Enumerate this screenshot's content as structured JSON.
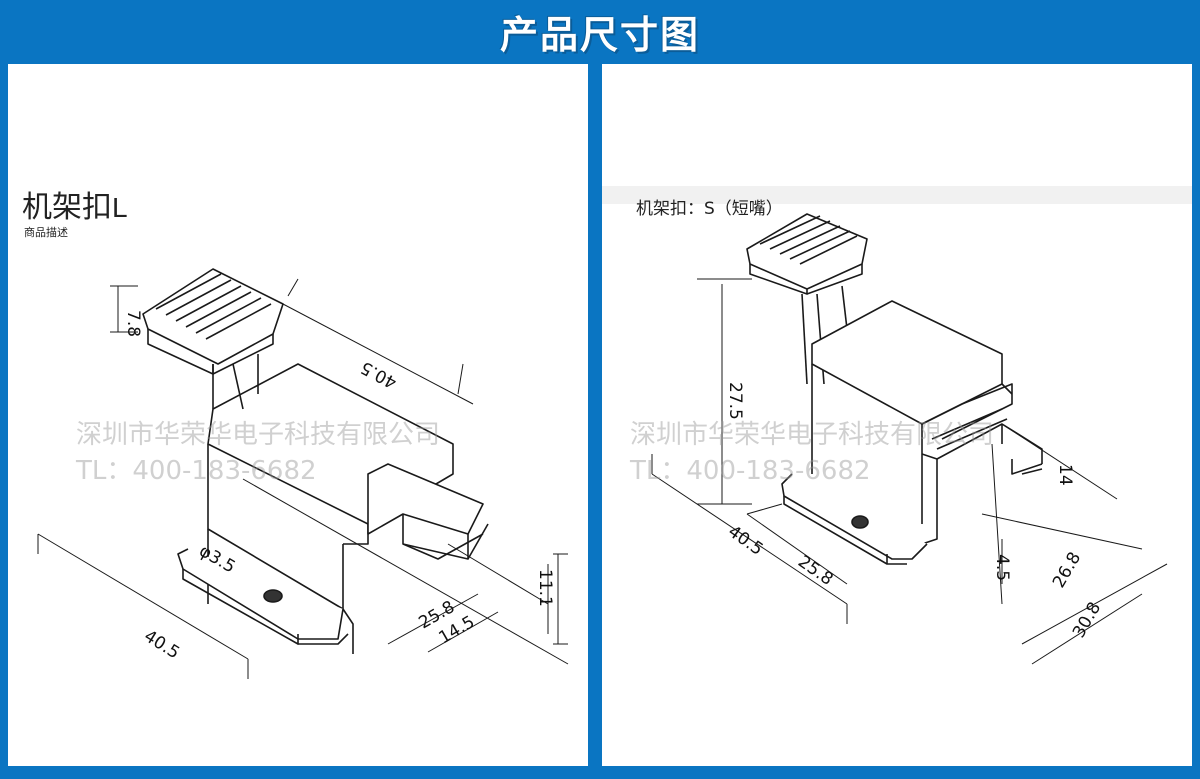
{
  "header": {
    "title": "产品尺寸图"
  },
  "left": {
    "title_cn": "机架扣",
    "title_latin": "L",
    "subtitle": "商品描述",
    "dims": [
      "7.8",
      "40.5",
      "40.5",
      "φ3.5",
      "25.8",
      "14.5",
      "11.1"
    ]
  },
  "right": {
    "title": "机架扣：S（短嘴）",
    "dims": [
      "27.5",
      "40.5",
      "25.8",
      "14",
      "4.5",
      "26.8",
      "30.8"
    ]
  },
  "watermark": {
    "company": "深圳市华荣华电子科技有限公司",
    "phone": "TL：400-183-6682"
  },
  "colors": {
    "border_blue": "#0a75c2",
    "line": "#1a1a1a"
  }
}
